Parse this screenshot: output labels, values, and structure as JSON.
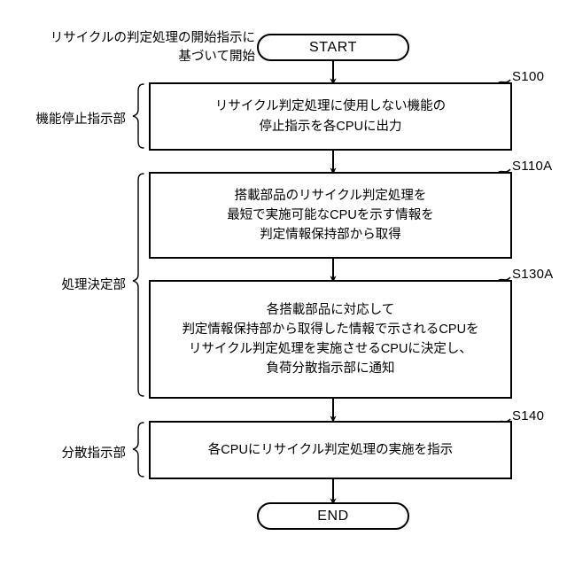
{
  "diagram": {
    "type": "flowchart",
    "title_caption": "リサイクルの判定処理の開始指示に\n基づいて開始",
    "terminals": {
      "start": "START",
      "end": "END"
    },
    "group_labels": [
      {
        "id": "group-function-stop",
        "label": "機能停止指示部"
      },
      {
        "id": "group-process-decide",
        "label": "処理決定部"
      },
      {
        "id": "group-distribute",
        "label": "分散指示部"
      }
    ],
    "steps": [
      {
        "id": "s100",
        "ref": "S100",
        "text": "リサイクル判定処理に使用しない機能の\n停止指示を各CPUに出力"
      },
      {
        "id": "s110a",
        "ref": "S110A",
        "text": "搭載部品のリサイクル判定処理を\n最短で実施可能なCPUを示す情報を\n判定情報保持部から取得"
      },
      {
        "id": "s130a",
        "ref": "S130A",
        "text": "各搭載部品に対応して\n判定情報保持部から取得した情報で示されるCPUを\nリサイクル判定処理を実施させるCPUに決定し、\n負荷分散指示部に通知"
      },
      {
        "id": "s140",
        "ref": "S140",
        "text": "各CPUにリサイクル判定処理の実施を指示"
      }
    ],
    "colors": {
      "stroke": "#000000",
      "fill": "#ffffff",
      "text": "#000000"
    }
  }
}
